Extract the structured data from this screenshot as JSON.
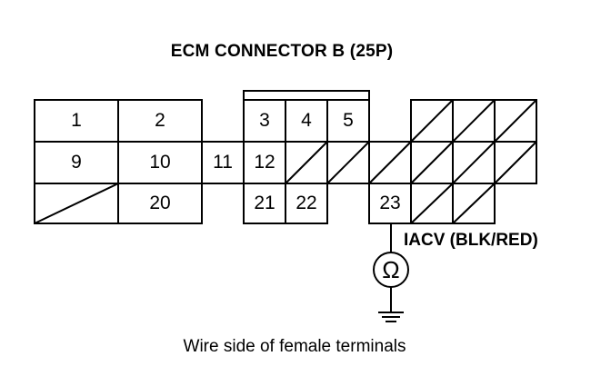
{
  "title": "ECM CONNECTOR B (25P)",
  "caption": "Wire side of female terminals",
  "wire_label": "IACV (BLK/RED)",
  "ohm_symbol": "Ω",
  "terminals": {
    "t1": "1",
    "t2": "2",
    "t3": "3",
    "t4": "4",
    "t5": "5",
    "t9": "9",
    "t10": "10",
    "t11": "11",
    "t12": "12",
    "t20": "20",
    "t21": "21",
    "t22": "22",
    "t23": "23"
  }
}
